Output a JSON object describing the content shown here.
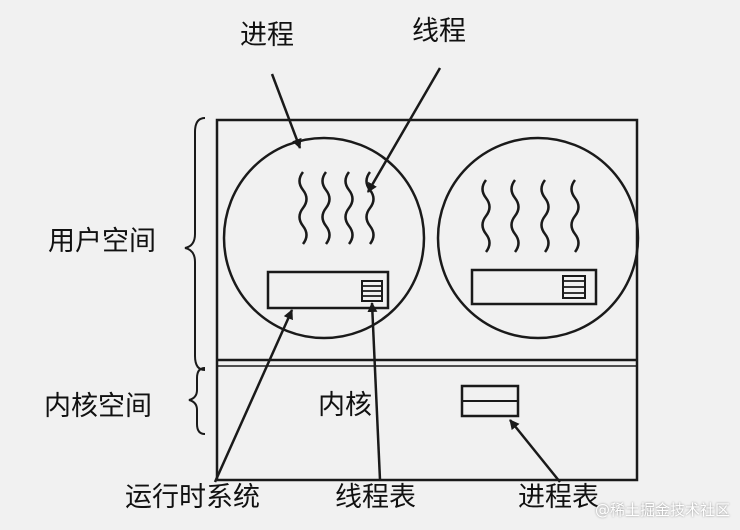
{
  "labels": {
    "process": "进程",
    "thread": "线程",
    "user_space": "用户空间",
    "kernel_space": "内核空间",
    "kernel": "内核",
    "runtime_system": "运行时系统",
    "thread_table": "线程表",
    "process_table": "进程表"
  },
  "watermark": "@稀土掘金技术社区",
  "colors": {
    "ink": "#1a1a1a",
    "background": "#f1f1f1"
  },
  "diagram": {
    "processes": 2,
    "threads_per_process": 4
  }
}
